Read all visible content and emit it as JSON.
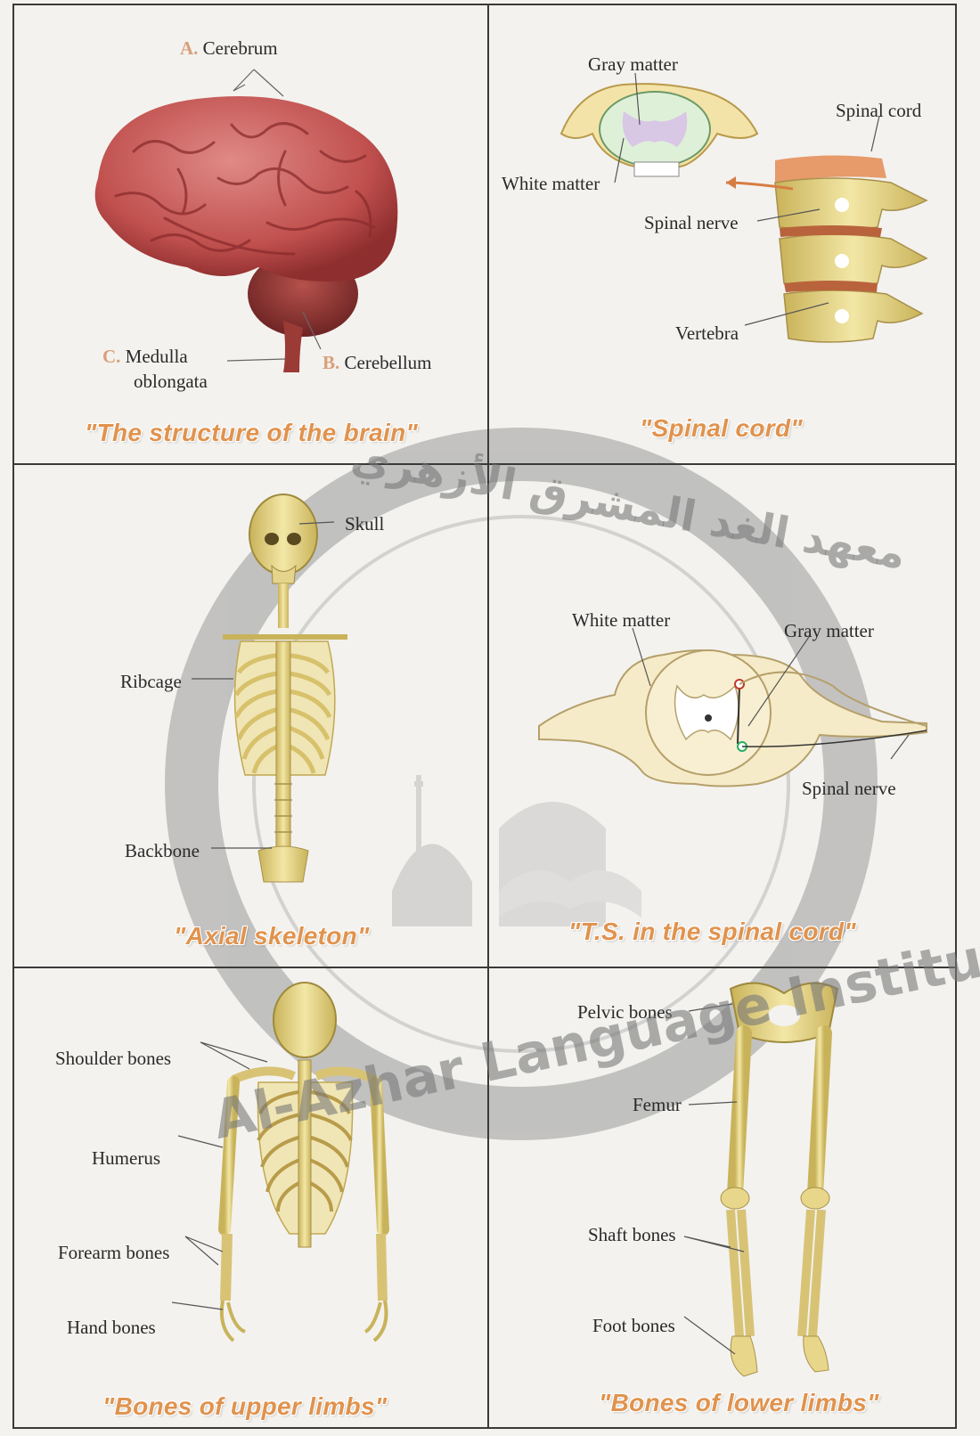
{
  "panels": {
    "brain": {
      "caption": "\"The structure of the brain\"",
      "labels": {
        "cerebrum_letter": "A.",
        "cerebrum": "Cerebrum",
        "cerebellum_letter": "B.",
        "cerebellum": "Cerebellum",
        "medulla_letter": "C.",
        "medulla_line1": "Medulla",
        "medulla_line2": "oblongata"
      }
    },
    "spinal_cord": {
      "caption": "\"Spinal cord\"",
      "labels": {
        "gray_matter": "Gray matter",
        "spinal_cord": "Spinal cord",
        "white_matter": "White matter",
        "spinal_nerve": "Spinal nerve",
        "vertebra": "Vertebra"
      }
    },
    "axial": {
      "caption": "\"Axial skeleton\"",
      "labels": {
        "skull": "Skull",
        "ribcage": "Ribcage",
        "backbone": "Backbone"
      }
    },
    "ts_spinal": {
      "caption": "\"T.S. in the spinal cord\"",
      "labels": {
        "white_matter": "White matter",
        "gray_matter": "Gray matter",
        "spinal_nerve": "Spinal nerve"
      }
    },
    "upper_limbs": {
      "caption": "\"Bones of upper limbs\"",
      "labels": {
        "shoulder": "Shoulder bones",
        "humerus": "Humerus",
        "forearm": "Forearm bones",
        "hand": "Hand bones"
      }
    },
    "lower_limbs": {
      "caption": "\"Bones of lower limbs\"",
      "labels": {
        "pelvic": "Pelvic bones",
        "femur": "Femur",
        "shaft": "Shaft bones",
        "foot": "Foot bones"
      }
    }
  },
  "watermark": {
    "arabic": "معهد الغد المشرق الأزهري",
    "english": "Al-Azhar Language Institute"
  },
  "colors": {
    "caption": "#e0934e",
    "bone": "#e8d78a",
    "brain": "#c85a5a",
    "watermark": "#8c8c8c"
  }
}
